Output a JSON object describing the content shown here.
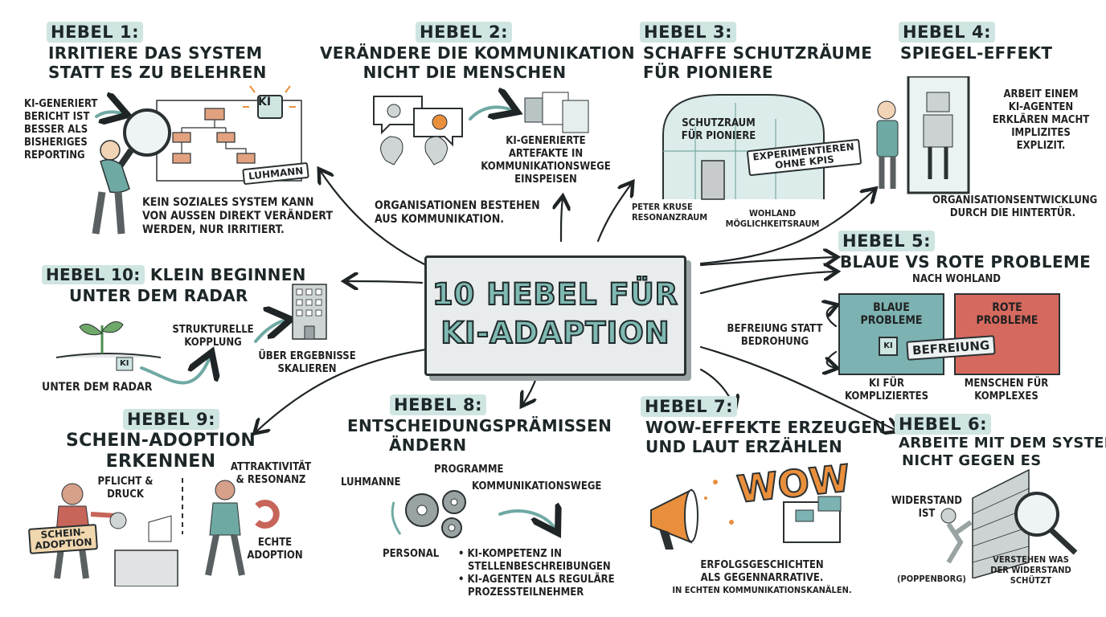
{
  "title": {
    "line1": "10 Hebel für",
    "line2": "KI-Adaption"
  },
  "colors": {
    "accent": "#cfe5e2",
    "teal": "#6fa9a3",
    "blue_box": "#7cb2b2",
    "red_box": "#d6695e",
    "orange": "#e98f3c",
    "ink": "#1d2628"
  },
  "hebel1": {
    "tag": "HEBEL 1:",
    "title": [
      "IRRITIERE DAS SYSTEM",
      "STATT ES ZU BELEHREN"
    ],
    "side_note": [
      "KI-GENERIERT",
      "BERICHT IST",
      "BESSER ALS",
      "BISHERIGES",
      "REPORTING"
    ],
    "chip": "KI",
    "label": "LUHMANN",
    "caption": [
      "KEIN SOZIALES SYSTEM KANN",
      "VON AUSSEN DIREKT VERÄNDERT",
      "WERDEN, NUR IRRITIERT."
    ]
  },
  "hebel2": {
    "tag": "HEBEL 2:",
    "title": [
      "VERÄNDERE DIE KOMMUNIKATION",
      "NICHT DIE MENSCHEN"
    ],
    "note": [
      "KI-GENERIERTE",
      "ARTEFAKTE IN",
      "KOMMUNIKATIONSWEGE",
      "EINSPEISEN"
    ],
    "caption": [
      "ORGANISATIONEN BESTEHEN",
      "AUS KOMMUNIKATION."
    ]
  },
  "hebel3": {
    "tag": "HEBEL 3:",
    "title": [
      "SCHAFFE SCHUTZRÄUME",
      "FÜR PIONIERE"
    ],
    "house": [
      "SCHUTZRAUM",
      "FÜR PIONIERE"
    ],
    "sign": [
      "EXPERIMENTIEREN",
      "OHNE KPIS"
    ],
    "left_caption": [
      "PETER KRUSE",
      "RESONANZRAUM"
    ],
    "right_caption": [
      "WOHLAND",
      "MÖGLICHKEITSRAUM"
    ]
  },
  "hebel4": {
    "tag": "HEBEL 4:",
    "title": [
      "SPIEGEL-EFFEKT"
    ],
    "note": [
      "ARBEIT EINEM",
      "KI-AGENTEN",
      "ERKLÄREN MACHT",
      "IMPLIZITES",
      "EXPLIZIT."
    ],
    "caption": [
      "ORGANISATIONSENTWICKLUNG",
      "DURCH DIE HINTERTÜR."
    ]
  },
  "hebel5": {
    "tag": "HEBEL 5:",
    "title": [
      "BLAUE VS ROTE PROBLEME"
    ],
    "subtitle": "NACH WOHLAND",
    "left_note": [
      "BEFREIUNG STATT",
      "BEDROHUNG"
    ],
    "blue_box": [
      "BLAUE",
      "PROBLEME"
    ],
    "red_box": [
      "ROTE",
      "PROBLEME"
    ],
    "chip": "KI",
    "banner": "BEFREIUNG",
    "blue_caption": [
      "KI FÜR",
      "KOMPLIZIERTES"
    ],
    "red_caption": [
      "MENSCHEN FÜR",
      "KOMPLEXES"
    ]
  },
  "hebel6": {
    "tag": "HEBEL 6:",
    "title": [
      "ARBEITE MIT DEM SYSTEM",
      "NICHT GEGEN ES"
    ],
    "left": [
      "WIDERSTAND",
      "IST"
    ],
    "left_ref": "(POPPENBORG)",
    "right": [
      "VERSTEHEN WAS",
      "DER WIDERSTAND",
      "SCHÜTZT"
    ]
  },
  "hebel7": {
    "tag": "HEBEL 7:",
    "title": [
      "WOW-EFFEKTE ERZEUGEN",
      "UND LAUT ERZÄHLEN"
    ],
    "wow": "WOW",
    "caption": [
      "ERFOLGSGESCHICHTEN",
      "ALS GEGENNARRATIVE.",
      "IN ECHTEN KOMMUNIKATIONSKANÄLEN."
    ]
  },
  "hebel8": {
    "tag": "HEBEL 8:",
    "title": [
      "ENTSCHEIDUNGSPRÄMISSEN",
      "ÄNDERN"
    ],
    "labels": {
      "luhmann": "LUHMANNE",
      "programme": "PROGRAMME",
      "kommunikation": "KOMMUNIKATIONSWEGE",
      "personal": "PERSONAL"
    },
    "bullets": [
      "• KI-KOMPETENZ IN",
      "STELLENBESCHREIBUNGEN",
      "• KI-AGENTEN ALS REGULÄRE",
      "PROZESSTEILNEHMER"
    ]
  },
  "hebel9": {
    "tag": "HEBEL 9:",
    "title": [
      "SCHEIN-ADOPTION",
      "ERKENNEN"
    ],
    "pressure": [
      "PFLICHT &",
      "DRUCK"
    ],
    "sign": [
      "SCHEIN-",
      "ADOPTION"
    ],
    "attraction": [
      "ATTRAKTIVITÄT",
      "& RESONANZ"
    ],
    "real": [
      "ECHTE",
      "ADOPTION"
    ]
  },
  "hebel10": {
    "tag": "HEBEL 10:",
    "title_inline": "KLEIN BEGINNEN",
    "title2": "UNTER DEM RADAR",
    "chip": "KI",
    "ground": "UNTER DEM RADAR",
    "coupling": [
      "STRUKTURELLE",
      "KOPPLUNG"
    ],
    "scale": [
      "ÜBER ERGEBNISSE",
      "SKALIEREN"
    ]
  }
}
